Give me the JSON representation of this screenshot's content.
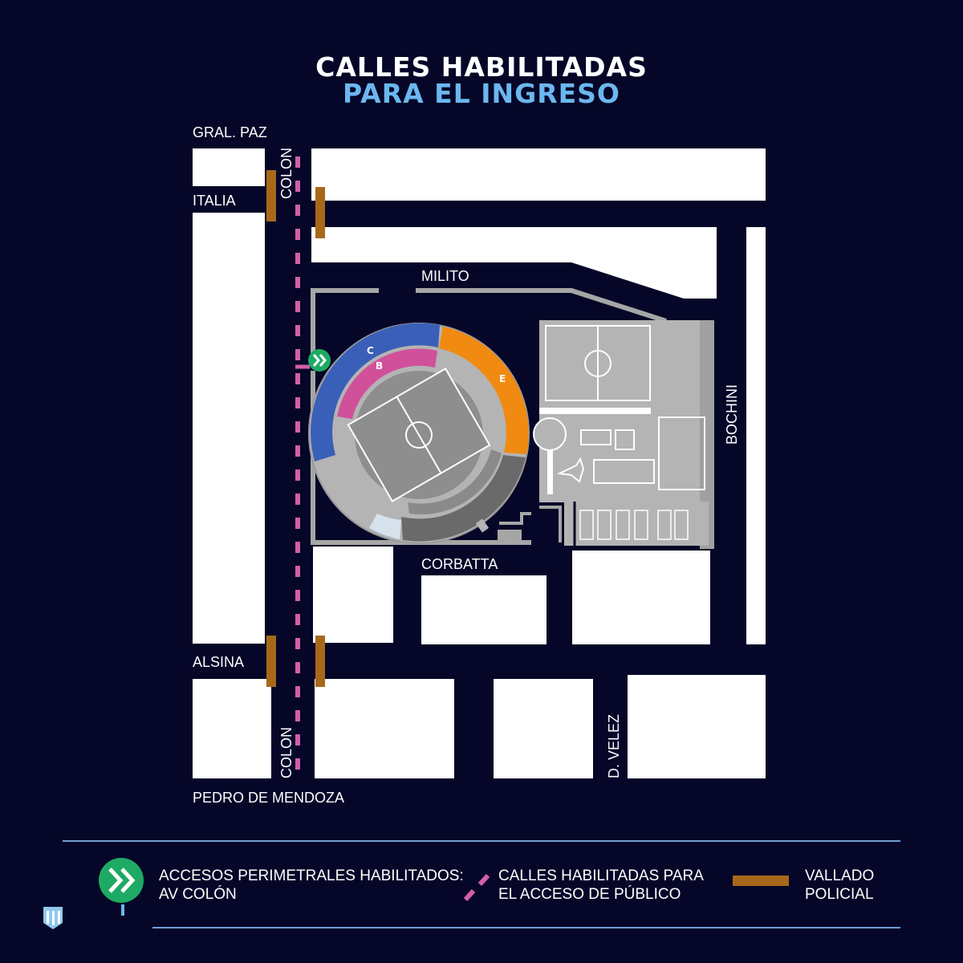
{
  "header": {
    "title_line1": "CALLES HABILITADAS",
    "title_line2": "PARA EL INGRESO"
  },
  "colors": {
    "background": "#050628",
    "block": "#ffffff",
    "title_accent": "#6bb7ef",
    "access_route": "#d060a8",
    "police_fence": "#a8681a",
    "access_icon": "#1eaa64",
    "sector_c": "#3a5fb8",
    "sector_b": "#d0509a",
    "sector_e": "#f08a10",
    "stadium_gray": "#b4b4b4"
  },
  "streets": {
    "gral_paz": "GRAL. PAZ",
    "italia": "ITALIA",
    "colon_top": "COLON",
    "milito": "MILITO",
    "bochini": "BOCHINI",
    "corbatta": "CORBATTA",
    "alsina": "ALSINA",
    "colon_bottom": "COLON",
    "d_velez": "D. VELEZ",
    "pedro_de_mendoza": "PEDRO DE MENDOZA"
  },
  "stadium": {
    "sectors": [
      {
        "id": "C",
        "label": "C"
      },
      {
        "id": "B",
        "label": "B"
      },
      {
        "id": "E",
        "label": "E"
      }
    ]
  },
  "legend": {
    "items": [
      {
        "icon": "double-chevron-access-icon",
        "line1": "ACCESOS PERIMETRALES HABILITADOS:",
        "line2": "AV COLÓN"
      },
      {
        "icon": "dashed-route-icon",
        "line1": "CALLES HABILITADAS PARA",
        "line2": "EL ACCESO DE PÚBLICO"
      },
      {
        "icon": "police-fence-icon",
        "line1": "VALLADO",
        "line2": "POLICIAL"
      }
    ]
  }
}
